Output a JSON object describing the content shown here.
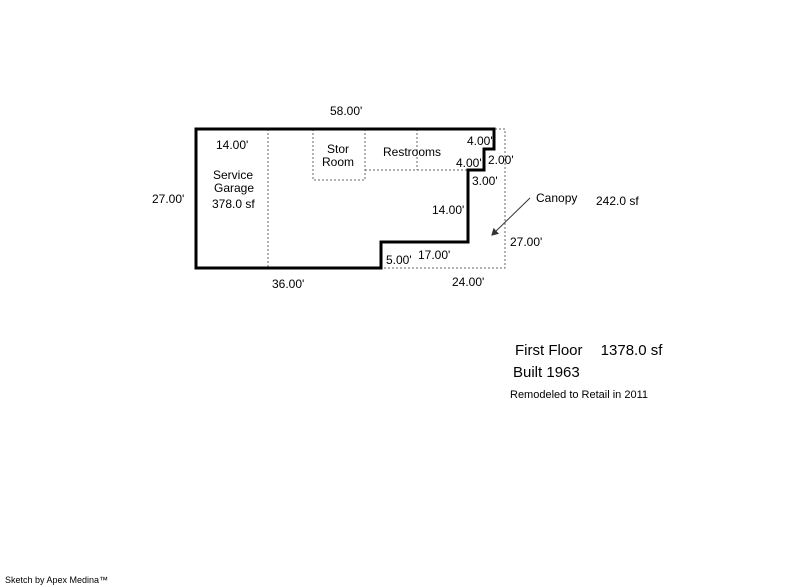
{
  "sketch": {
    "dimensions": {
      "top": "58.00'",
      "left": "27.00'",
      "bottom": "36.00'",
      "garage_width": "14.00'",
      "notch_top": "4.00'",
      "notch_inner": "4.00'",
      "notch_side": "2.00'",
      "step_3": "3.00'",
      "right_14": "14.00'",
      "step_17": "17.00'",
      "step_5": "5.00'",
      "canopy_side": "27.00'",
      "canopy_bottom": "24.00'"
    },
    "rooms": {
      "garage_line1": "Service",
      "garage_line2": "Garage",
      "garage_area": "378.0 sf",
      "stor_line1": "Stor",
      "stor_line2": "Room",
      "restrooms": "Restrooms",
      "canopy_label": "Canopy",
      "canopy_area": "242.0 sf"
    }
  },
  "summary": {
    "floor_label": "First Floor",
    "floor_area": "1378.0 sf",
    "built": "Built 1963",
    "remodel_note": "Remodeled to Retail in 2011"
  },
  "credit": "Sketch by Apex Medina™"
}
